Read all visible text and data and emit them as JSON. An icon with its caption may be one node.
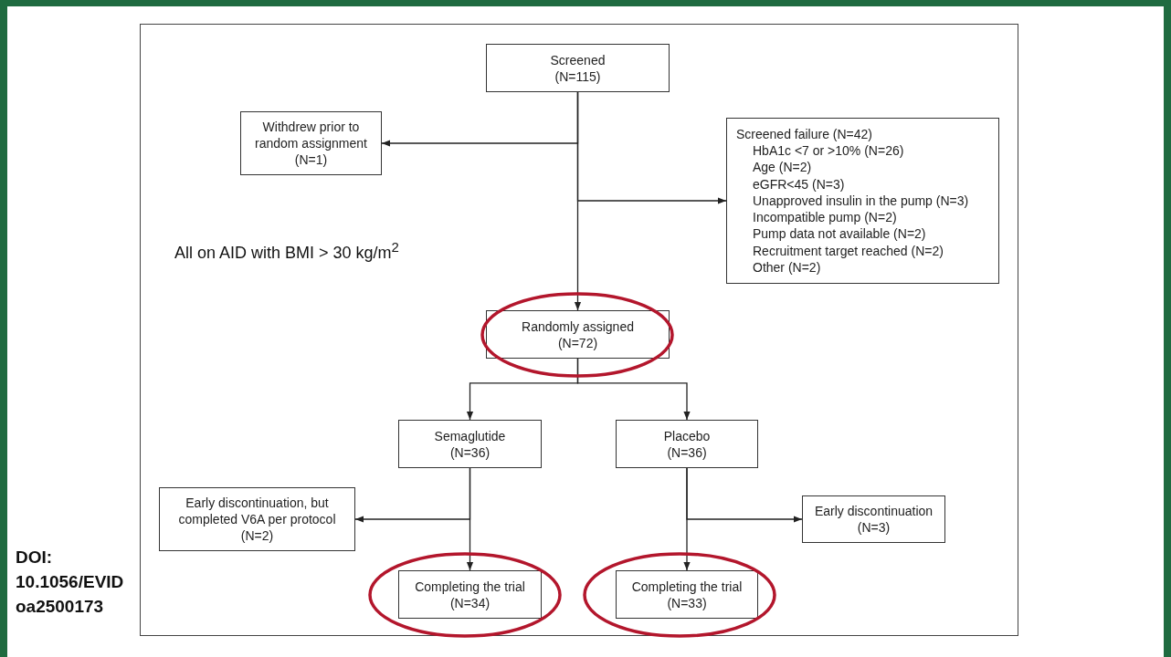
{
  "diagram": {
    "nodes": [
      {
        "text": [
          "Screened (N=115)"
        ]
      },
      {
        "text": [
          "Withdrew prior to random assignment (N=1)"
        ]
      },
      {
        "text": [
          "Screened failure (N=42)",
          "HbA1c <7 or >10% (N=26)",
          "Age (N=2)",
          "eGFR<45 (N=3)",
          "Unapproved insulin in the pump (N=3)",
          "Incompatible pump (N=2)",
          "Pump data not available (N=2)",
          "Recruitment target reached (N=2)",
          "Other (N=2)"
        ]
      },
      {
        "text": [
          "Randomly assigned (N=72)"
        ]
      },
      {
        "text": [
          "Semaglutide (N=36)"
        ]
      },
      {
        "text": [
          "Placebo (N=36)"
        ]
      },
      {
        "text": [
          "Early discontinuation, but completed V6A per protocol (N=2)"
        ]
      },
      {
        "text": [
          "Early discontinuation (N=3)"
        ]
      },
      {
        "text": [
          "Completing the trial (N=34)"
        ]
      },
      {
        "text": [
          "Completing the trial (N=33)"
        ]
      }
    ],
    "edges": [
      {
        "from": 0,
        "to": 1,
        "arrow": "to"
      },
      {
        "from": 0,
        "to": 2,
        "arrow": "to"
      },
      {
        "from": 0,
        "to": 3,
        "arrow": "to"
      },
      {
        "from": 3,
        "to": 4,
        "arrow": "to"
      },
      {
        "from": 3,
        "to": 5,
        "arrow": "to"
      },
      {
        "from": 4,
        "to": 6,
        "arrow": "to"
      },
      {
        "from": 4,
        "to": 8,
        "arrow": "to"
      },
      {
        "from": 5,
        "to": 7,
        "arrow": "to"
      },
      {
        "from": 5,
        "to": 9,
        "arrow": "to"
      }
    ],
    "labels": [
      "All on AID with BMI > 30 kg/m$^{2}$",
      "DOI: 10.1056/EVIDoa2500173"
    ]
  }
}
